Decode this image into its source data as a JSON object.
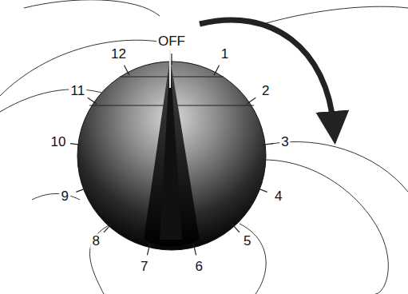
{
  "diagram": {
    "labels": [
      "OFF",
      "1",
      "2",
      "3",
      "4",
      "5",
      "6",
      "7",
      "8",
      "9",
      "10",
      "11",
      "12"
    ]
  }
}
